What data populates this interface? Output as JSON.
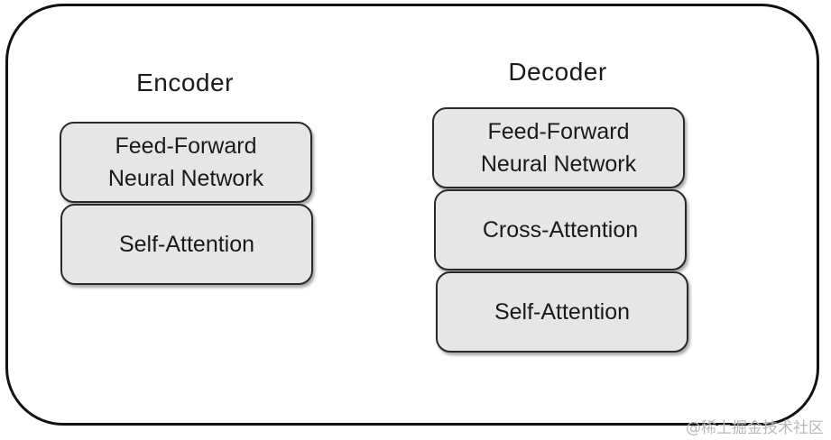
{
  "encoder": {
    "title": "Encoder",
    "blocks": [
      {
        "line1": "Feed-Forward",
        "line2": "Neural Network"
      },
      {
        "line1": "Self-Attention"
      }
    ]
  },
  "decoder": {
    "title": "Decoder",
    "blocks": [
      {
        "line1": "Feed-Forward",
        "line2": "Neural Network"
      },
      {
        "line1": "Cross-Attention"
      },
      {
        "line1": "Self-Attention"
      }
    ]
  },
  "watermark": "@稀土掘金技术社区"
}
